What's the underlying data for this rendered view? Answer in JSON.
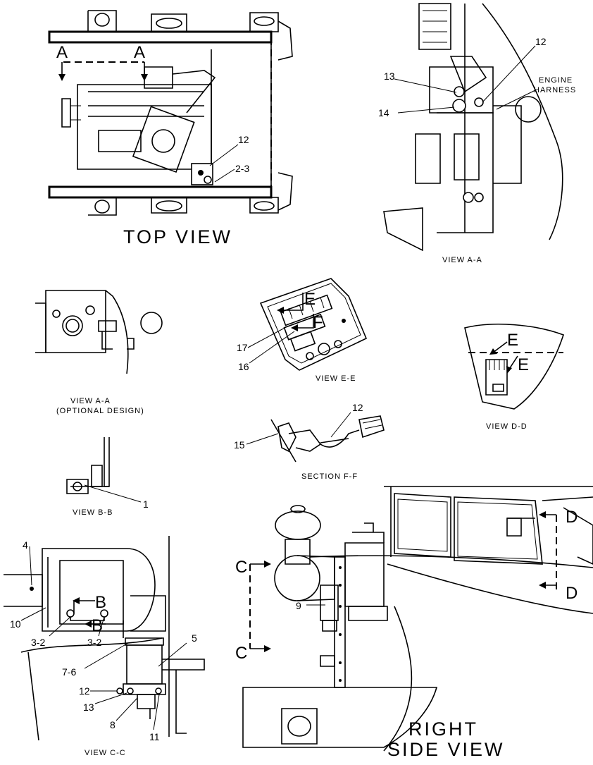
{
  "titles": {
    "top_view": "TOP VIEW",
    "view_aa": "VIEW A-A",
    "view_aa_opt": "VIEW A-A",
    "view_aa_opt_sub": "(OPTIONAL DESIGN)",
    "view_ee": "VIEW E-E",
    "view_dd": "VIEW D-D",
    "section_ff": "SECTION F-F",
    "view_bb": "VIEW B-B",
    "view_cc": "VIEW C-C",
    "right_side_1": "RIGHT",
    "right_side_2": "SIDE VIEW"
  },
  "callouts": {
    "top_12": "12",
    "top_2_3": "2-3",
    "aa_12": "12",
    "aa_13": "13",
    "aa_14": "14",
    "engine_1": "ENGINE",
    "engine_2": "HARNESS",
    "ee_17": "17",
    "ee_16": "16",
    "ff_12": "12",
    "ff_15": "15",
    "bb_1": "1",
    "cc_4": "4",
    "cc_10": "10",
    "cc_3_2a": "3-2",
    "cc_3_2b": "3-2",
    "cc_5": "5",
    "cc_7_6": "7-6",
    "cc_12": "12",
    "cc_13": "13",
    "cc_8": "8",
    "cc_11": "11",
    "rs_9": "9"
  },
  "section_letters": {
    "a_left": "A",
    "a_right": "A",
    "e_ee": "E",
    "f_ee": "F",
    "e_dd_1": "E",
    "e_dd_2": "E",
    "b_1": "B",
    "b_2": "B",
    "c_1": "C",
    "c_2": "C",
    "d_1": "D",
    "d_2": "D"
  }
}
